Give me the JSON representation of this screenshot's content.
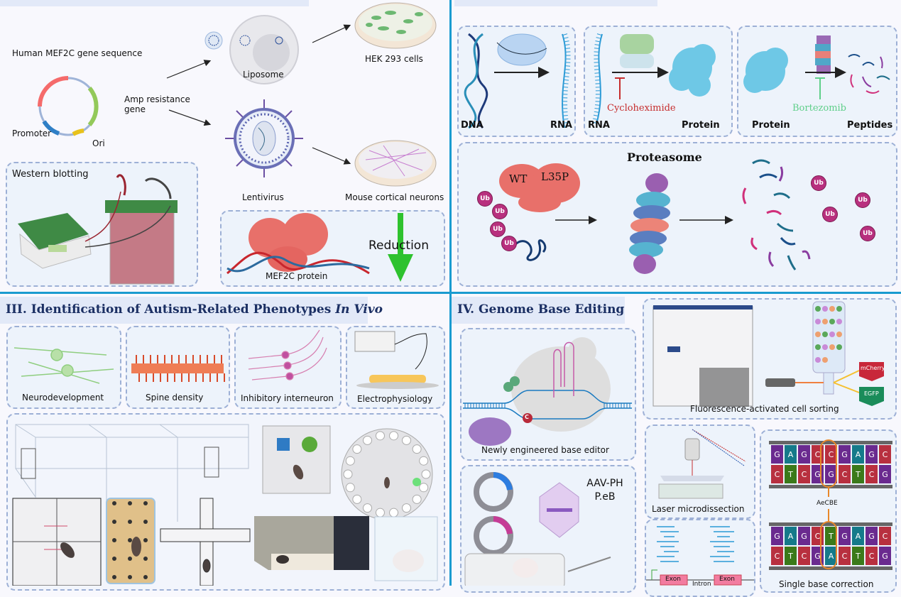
{
  "colors": {
    "divider": "#1a9bd0",
    "panel_bg": "#edf3fb",
    "panel_border": "#9db0d6",
    "header_text": "#1b2f63",
    "cycloheximide": "#c62d2d",
    "bortezomib": "#5fcf8a",
    "reduction_arrow": "#2ec22e",
    "G": "#6a2a8f",
    "A": "#157a8a",
    "C": "#b8303f",
    "T": "#3b7a1a",
    "highlight": "#e8882a"
  },
  "panel1": {
    "plasmid_title": "Human MEF2C gene sequence",
    "amp_label": "Amp resistance gene",
    "promoter_label": "Promoter",
    "ori_label": "Ori",
    "liposome_label": "Liposome",
    "hek_label": "HEK 293 cells",
    "lentivirus_label": "Lentivirus",
    "neurons_label": "Mouse cortical neurons",
    "western_label": "Western blotting",
    "protein_label": "MEF2C protein",
    "reduction_label": "Reduction"
  },
  "panel2": {
    "transcription": {
      "from": "DNA",
      "to": "RNA"
    },
    "translation": {
      "from": "RNA",
      "to": "Protein",
      "inhibitor": "Cycloheximide"
    },
    "degradation": {
      "from": "Protein",
      "to": "Peptides",
      "inhibitor": "Bortezomib"
    },
    "proteasome_title": "Proteasome",
    "wt_label": "WT",
    "mutant_label": "L35P",
    "ubiquitin_label": "Ub"
  },
  "panel3": {
    "title_main": "III. Identification of Autism-Related Phenotypes ",
    "title_italic": "In Vivo",
    "assays": [
      "Neurodevelopment",
      "Spine density",
      "Inhibitory interneuron",
      "Electrophysiology"
    ]
  },
  "panel4": {
    "title": "IV. Genome Base Editing",
    "base_editor_label": "Newly engineered base editor",
    "base_editor_c": "C",
    "aav_label": "AAV-PHP.eB",
    "facs_label": "Fluorescence-activated cell sorting",
    "mcherry_label": "mCherry",
    "egfp_label": "EGFP",
    "laser_label": "Laser microdissection",
    "exon_label": "Exon",
    "intron_label": "Intron",
    "editor_name": "AeCBE",
    "correction_label": "Single base correction",
    "before": {
      "top": "GAGCCGAGC",
      "bottom": "CTCGGCTCG"
    },
    "after": {
      "top": "GAGCTGAGC",
      "bottom": "CTCGACTCG"
    }
  }
}
